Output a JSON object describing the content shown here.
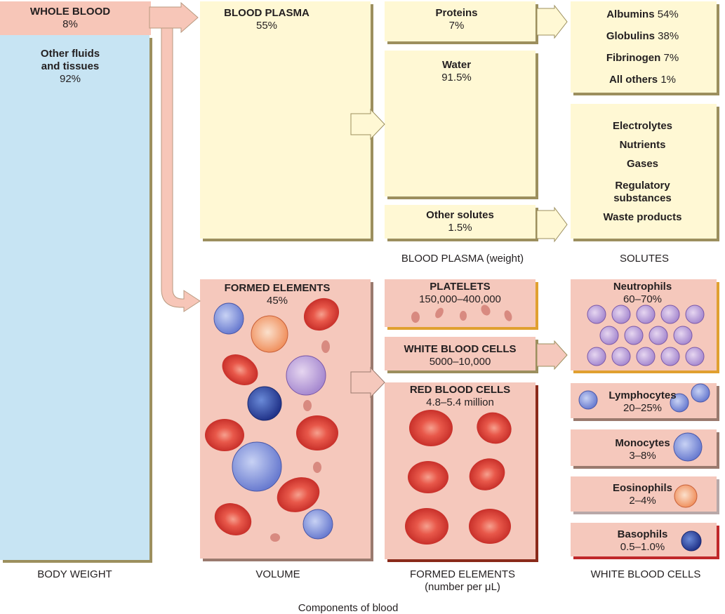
{
  "whole_blood": {
    "title": "WHOLE BLOOD",
    "pct": "8%"
  },
  "other_fluids": {
    "line1": "Other fluids",
    "line2": "and tissues",
    "pct": "92%"
  },
  "plasma": {
    "title": "BLOOD PLASMA",
    "pct": "55%"
  },
  "formed": {
    "title": "FORMED ELEMENTS",
    "pct": "45%"
  },
  "proteins": {
    "title": "Proteins",
    "pct": "7%"
  },
  "water": {
    "title": "Water",
    "pct": "91.5%"
  },
  "other_solutes": {
    "title": "Other solutes",
    "pct": "1.5%"
  },
  "protein_types": [
    {
      "name": "Albumins",
      "pct": "54%"
    },
    {
      "name": "Globulins",
      "pct": "38%"
    },
    {
      "name": "Fibrinogen",
      "pct": "7%"
    },
    {
      "name": "All others",
      "pct": "1%"
    }
  ],
  "solutes": [
    "Electrolytes",
    "Nutrients",
    "Gases",
    "Regulatory",
    "substances",
    "Waste products"
  ],
  "platelets": {
    "title": "PLATELETS",
    "count": "150,000–400,000"
  },
  "wbc": {
    "title": "WHITE BLOOD CELLS",
    "count": "5000–10,000"
  },
  "rbc": {
    "title": "RED BLOOD CELLS",
    "count": "4.8–5.4 million"
  },
  "wbc_types": [
    {
      "name": "Neutrophils",
      "pct": "60–70%"
    },
    {
      "name": "Lymphocytes",
      "pct": "20–25%"
    },
    {
      "name": "Monocytes",
      "pct": "3–8%"
    },
    {
      "name": "Eosinophils",
      "pct": "2–4%"
    },
    {
      "name": "Basophils",
      "pct": "0.5–1.0%"
    }
  ],
  "column_labels": {
    "body_weight": "BODY WEIGHT",
    "volume": "VOLUME",
    "formed_line1": "FORMED ELEMENTS",
    "formed_line2": "(number per μL)",
    "wbc": "WHITE BLOOD CELLS",
    "plasma_weight": "BLOOD PLASMA (weight)",
    "solutes": "SOLUTES"
  },
  "caption": "Components of blood",
  "colors": {
    "plasma": "#fff8d4",
    "pink": "#f5c8bc",
    "blue": "#c7e4f3",
    "rbc": "#e0483c"
  }
}
